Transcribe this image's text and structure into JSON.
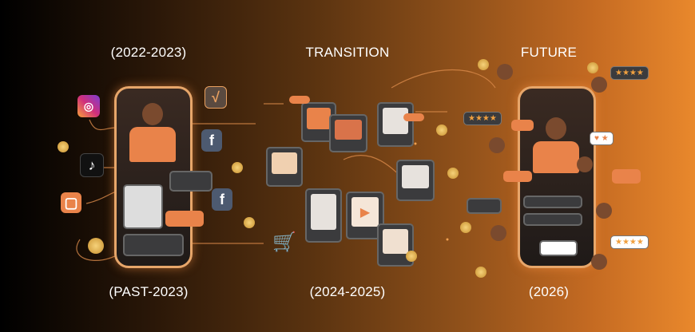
{
  "headings": {
    "past_period": "(2022-2023)",
    "transition": "TRANSITION",
    "future": "FUTURE"
  },
  "footers": {
    "past": "(PAST-2023)",
    "transition": "(2024-2025)",
    "future": "(2026)"
  },
  "icons": [
    "instagram-icon",
    "tiktok-icon",
    "facebook-icon",
    "shopping-cart-icon",
    "star-rating-icon",
    "play-icon",
    "heart-icon"
  ],
  "colors": {
    "accent": "#e9834a",
    "phone_border": "#e7a66a",
    "card": "#3b3b3d"
  },
  "ratings": {
    "stars": "★★★★",
    "heart": "♥ ★"
  }
}
